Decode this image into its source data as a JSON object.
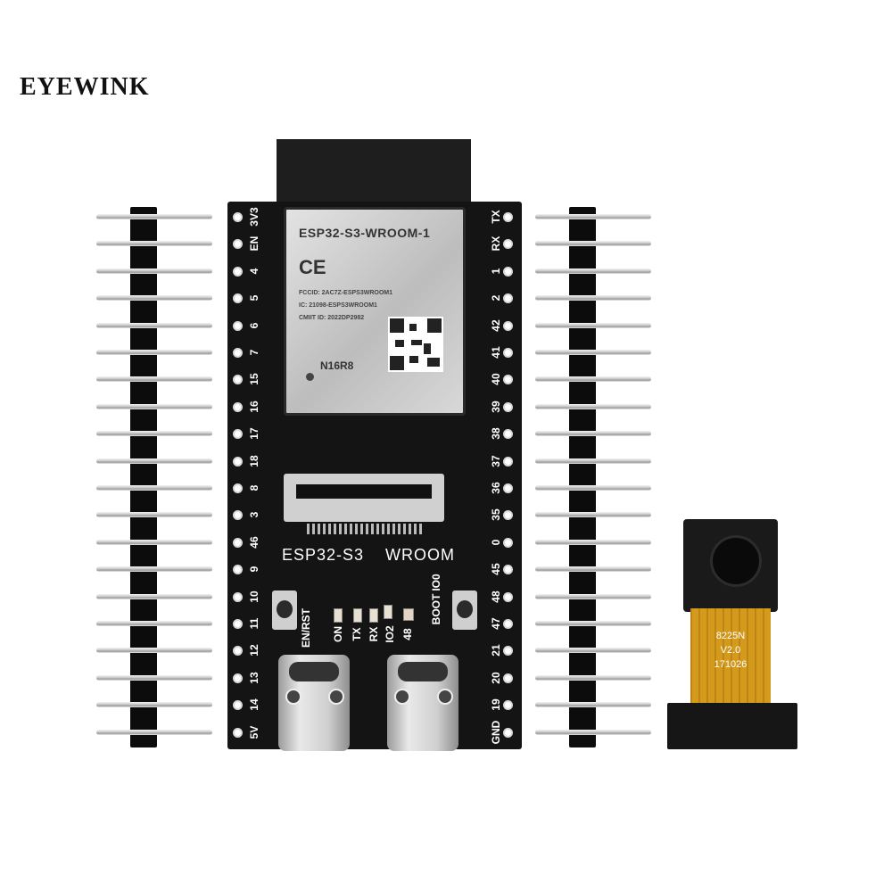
{
  "brand": "EYEWINK",
  "module": {
    "title": "ESP32-S3-WROOM-1",
    "ce_mark": "CE",
    "fccid": "FCCID: 2AC7Z-ESPS3WROOM1",
    "ic": "IC: 21098-ESPS3WROOM1",
    "cmiit": "CMIIT ID: 2022DP2982",
    "variant": "N16R8"
  },
  "board": {
    "silk_left": "ESP32-S3",
    "silk_right": "WROOM",
    "left_pins": [
      "3V3",
      "EN",
      "4",
      "5",
      "6",
      "7",
      "15",
      "16",
      "17",
      "18",
      "8",
      "3",
      "46",
      "9",
      "10",
      "11",
      "12",
      "13",
      "14",
      "5V"
    ],
    "right_pins": [
      "TX",
      "RX",
      "1",
      "2",
      "42",
      "41",
      "40",
      "39",
      "38",
      "37",
      "36",
      "35",
      "0",
      "45",
      "48",
      "47",
      "21",
      "20",
      "19",
      "GND"
    ],
    "button_left_label": "EN/RST",
    "button_right_label": "BOOT",
    "button_right_sub": "IO0",
    "led_labels": [
      "ON",
      "TX",
      "RX",
      "IO2",
      "48"
    ]
  },
  "camera": {
    "model": "8225N",
    "version": "V2.0",
    "date": "171026"
  },
  "colors": {
    "pcb": "#141414",
    "flex_cable": "#d39a1c",
    "header_plastic": "#0c0c0c"
  }
}
